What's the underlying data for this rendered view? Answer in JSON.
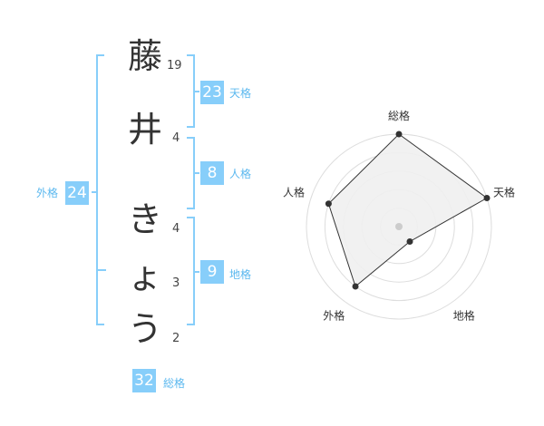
{
  "name": {
    "characters": [
      {
        "char": "藤",
        "strokes": "19"
      },
      {
        "char": "井",
        "strokes": "4"
      },
      {
        "char": "き",
        "strokes": "4"
      },
      {
        "char": "ょ",
        "strokes": "3"
      },
      {
        "char": "う",
        "strokes": "2"
      }
    ]
  },
  "fortunes": {
    "tenkaku": {
      "value": "23",
      "label": "天格"
    },
    "jinkaku": {
      "value": "8",
      "label": "人格"
    },
    "chikaku": {
      "value": "9",
      "label": "地格"
    },
    "gaikaku": {
      "value": "24",
      "label": "外格"
    },
    "soukaku": {
      "value": "32",
      "label": "総格"
    }
  },
  "colors": {
    "accent": "#87cefa",
    "score_bg": "#87cefa",
    "label_text": "#5bb8ef",
    "radar_fill": "#f0f0f0",
    "radar_line": "#333333",
    "grid": "#dddddd"
  },
  "chart_data": {
    "type": "radar",
    "axes": [
      "総格",
      "天格",
      "地格",
      "外格",
      "人格"
    ],
    "values": [
      5,
      5,
      1,
      4,
      4
    ],
    "rlim": [
      0,
      5
    ],
    "grid": true,
    "grid_rings": 5
  }
}
